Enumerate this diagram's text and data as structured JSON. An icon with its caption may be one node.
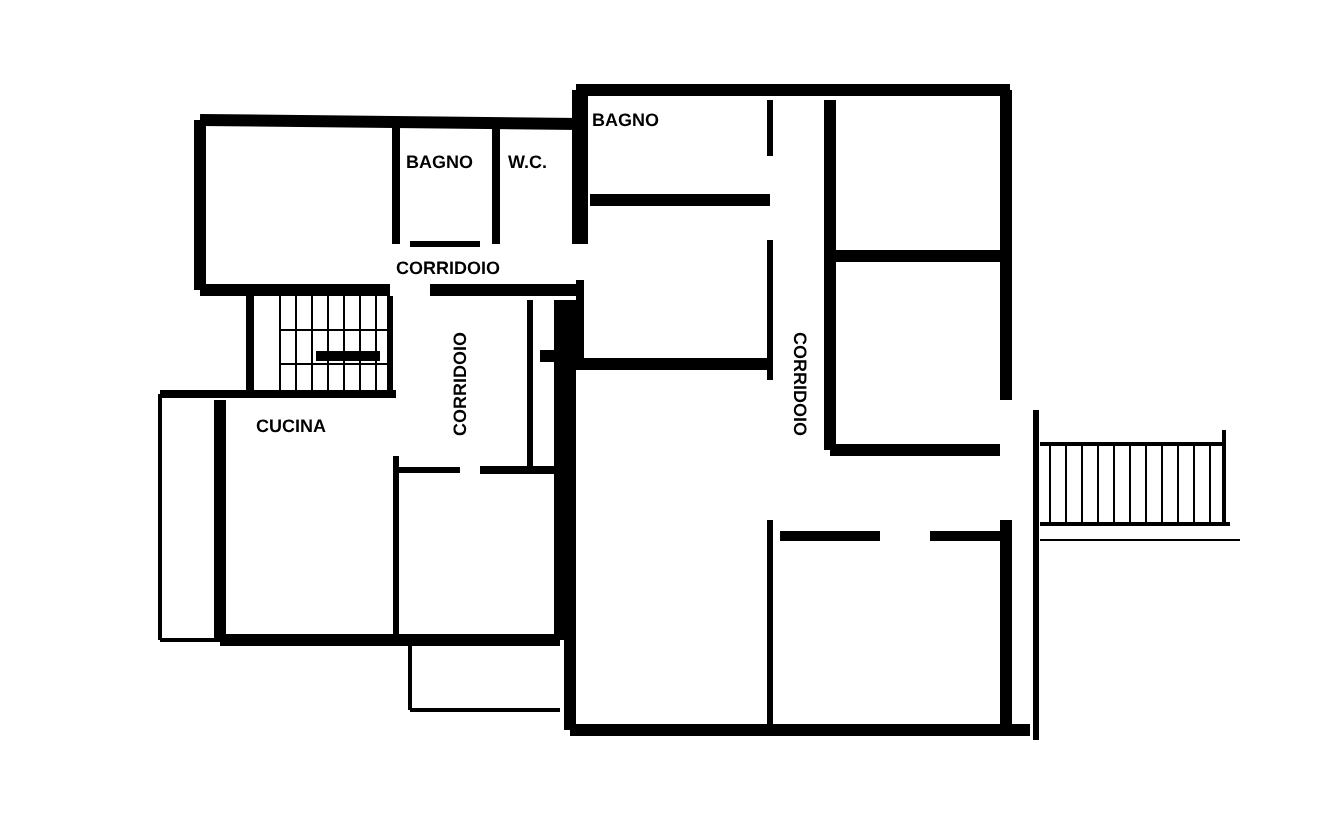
{
  "diagram": {
    "labels": [
      "BAGNO",
      "BAGNO",
      "W.C.",
      "CORRIDOIO",
      "CORRIDOIO",
      "CORRIDOIO",
      "CUCINA"
    ]
  }
}
